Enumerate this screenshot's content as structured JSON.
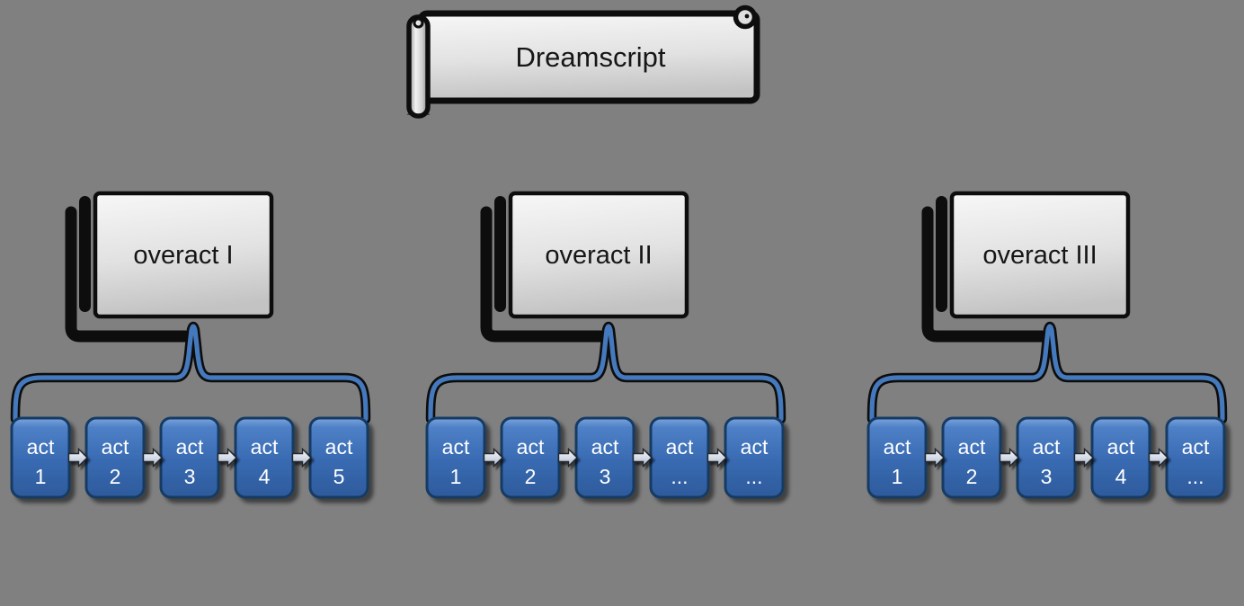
{
  "colors": {
    "background": "#808080",
    "scroll_fill_light": "#F4F4F4",
    "scroll_fill_dark": "#C6C6C6",
    "outline_black": "#0D0D0D",
    "act_box_blue": "#3A6CB4",
    "act_box_border": "#173A63",
    "brace_blue": "#4579BD",
    "act_text": "#FFFFFF",
    "label_text": "#161616"
  },
  "banner": {
    "label": "Dreamscript"
  },
  "groups": [
    {
      "label": "overact I",
      "acts": [
        {
          "word": "act",
          "num": "1"
        },
        {
          "word": "act",
          "num": "2"
        },
        {
          "word": "act",
          "num": "3"
        },
        {
          "word": "act",
          "num": "4"
        },
        {
          "word": "act",
          "num": "5"
        }
      ]
    },
    {
      "label": "overact II",
      "acts": [
        {
          "word": "act",
          "num": "1"
        },
        {
          "word": "act",
          "num": "2"
        },
        {
          "word": "act",
          "num": "3"
        },
        {
          "word": "act",
          "num": "..."
        },
        {
          "word": "act",
          "num": "..."
        }
      ]
    },
    {
      "label": "overact III",
      "acts": [
        {
          "word": "act",
          "num": "1"
        },
        {
          "word": "act",
          "num": "2"
        },
        {
          "word": "act",
          "num": "3"
        },
        {
          "word": "act",
          "num": "4"
        },
        {
          "word": "act",
          "num": "..."
        }
      ]
    }
  ]
}
